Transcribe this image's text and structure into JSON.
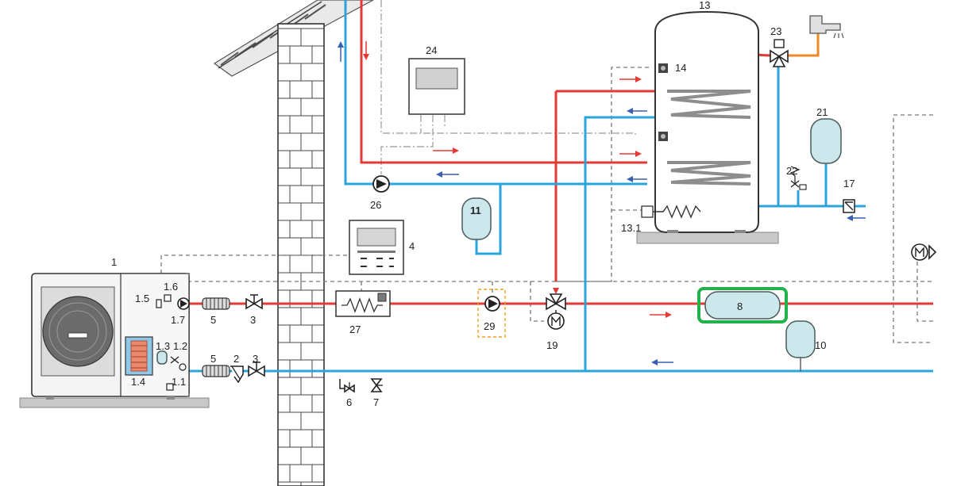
{
  "labels": {
    "l1": "1",
    "l1_1": "1.1",
    "l1_2": "1.2",
    "l1_3": "1.3",
    "l1_4": "1.4",
    "l1_5": "1.5",
    "l1_6": "1.6",
    "l1_7": "1.7",
    "l2": "2",
    "l3a": "3",
    "l3b": "3",
    "l4": "4",
    "l5a": "5",
    "l5b": "5",
    "l6": "6",
    "l7": "7",
    "l8": "8",
    "l10": "10",
    "l11": "11",
    "l13": "13",
    "l13_1": "13.1",
    "l14": "14",
    "l17": "17",
    "l19": "19",
    "l21": "21",
    "l22": "22",
    "l23": "23",
    "l24": "24",
    "l26": "26",
    "l27": "27",
    "l29": "29"
  },
  "colors": {
    "hot_pipe": "#e53935",
    "cold_pipe": "#2aa4dc",
    "dhw_pipe": "#f08a24",
    "highlight": "#22b24c",
    "tank": "#cde8ec"
  },
  "icons": [
    "heat-pump-icon",
    "circulation-pump-icon",
    "three-way-valve-icon",
    "expansion-vessel-icon",
    "faucet-icon",
    "controller-icon",
    "thermostat-icon"
  ]
}
